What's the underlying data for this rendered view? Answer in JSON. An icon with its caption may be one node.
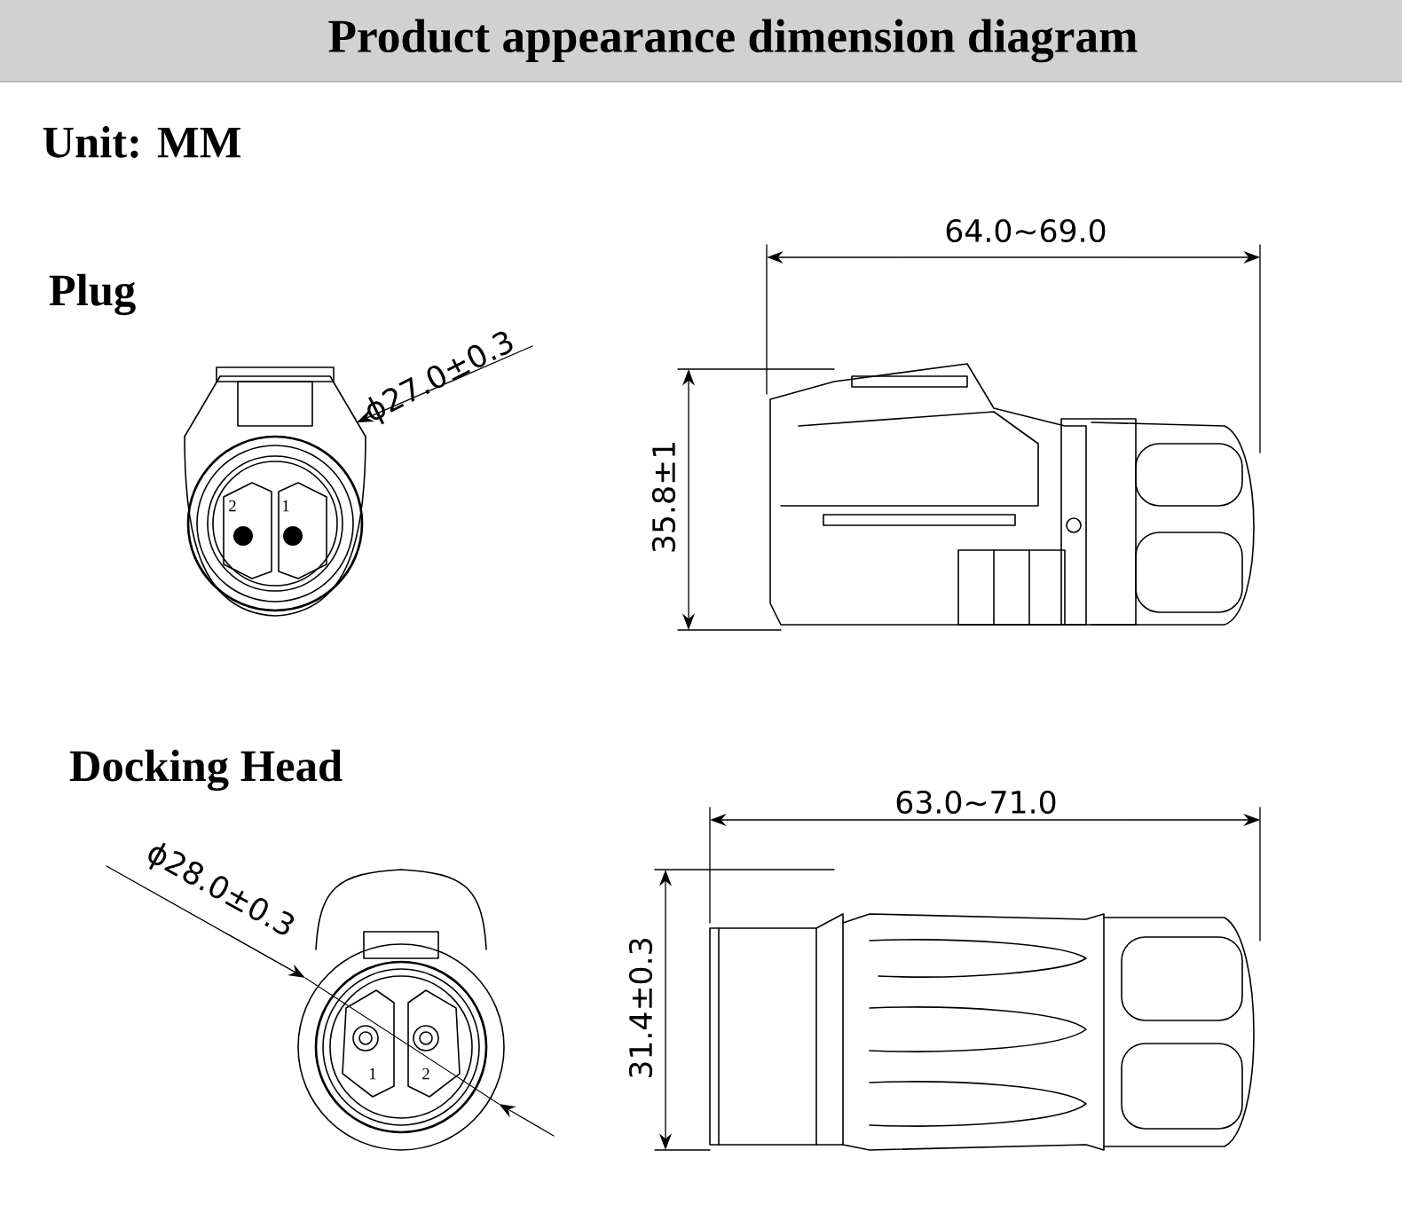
{
  "diagram": {
    "title": "Product appearance dimension diagram",
    "labels": [
      "Unit: MM",
      "64.0~69.0",
      "Plug",
      "ϕ27.0±0.3",
      "2",
      "1",
      "35.8±1",
      "Docking Head",
      "63.0~71.0",
      "ϕ28.0±0.3",
      "31.4±0.3",
      "1",
      "2"
    ]
  }
}
